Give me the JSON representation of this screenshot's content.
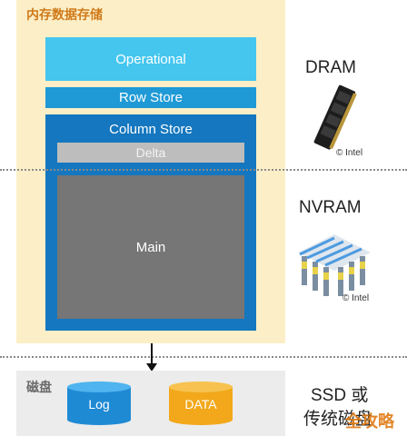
{
  "memory_panel": {
    "title": "内存数据存储",
    "operational": "Operational",
    "row_store": "Row Store",
    "column_store": "Column Store",
    "delta": "Delta",
    "main": "Main"
  },
  "disk_panel": {
    "title": "磁盘",
    "log": "Log",
    "data": "DATA"
  },
  "right_labels": {
    "dram": "DRAM",
    "dram_credit": "© Intel",
    "nvram": "NVRAM",
    "nvram_credit": "© Intel",
    "ssd_line1": "SSD 或",
    "ssd_line2": "传统磁盘"
  },
  "watermark": "全攻略",
  "colors": {
    "memory_bg": "#fcefc7",
    "operational": "#44c6ef",
    "row_store": "#1f9ad6",
    "column_store": "#1577bf",
    "delta": "#bdbdbd",
    "main": "#767676",
    "log_cylinder": "#1f8ad4",
    "data_cylinder": "#f2a81a"
  }
}
